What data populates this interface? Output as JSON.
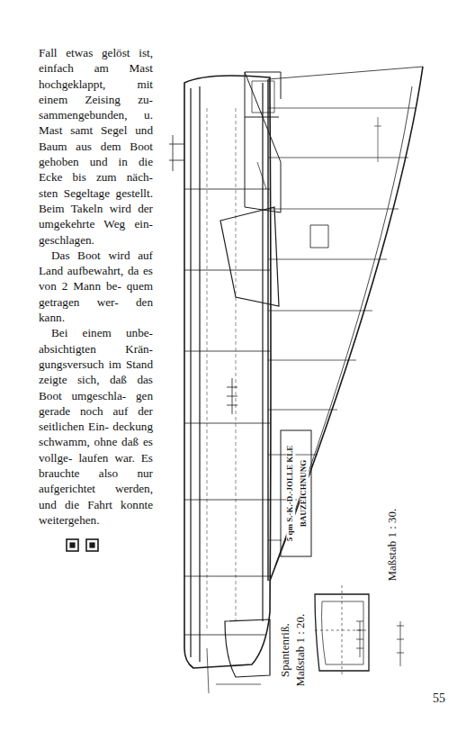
{
  "diagram": {
    "labels": [
      "Fall etwas gelöst ist, einfach am Mast hochgeklappt, mit einem Zeising zu- sammengebunden, u. Mast samt Segel und Baum aus dem Boot gehoben und in die Ecke bis zum näch- sten Segeltage gestellt. Beim Takeln wird der umgekehrte Weg ein- geschlagen.",
      "Das Boot wird auf Land aufbewahrt, da es von 2 Mann be- quem getragen wer- den kann.",
      "Bei einem unbe- absichtigten Krän- gungsversuch im Stand zeigte sich, daß das Boot umgeschla- gen gerade noch auf der seitlichen Ein- deckung schwamm, ohne daß es vollge- laufen war. Es brauchte also nur aufgerichtet werden, und die Fahrt konnte weitergehen.",
      "5 qm S.-K.-D.-JOLLE KLE",
      "BAUZEICHNUNG",
      "Maßstab 1 : 30.",
      "Spantenriß.",
      "Maßstab 1 : 20.",
      "55"
    ]
  }
}
